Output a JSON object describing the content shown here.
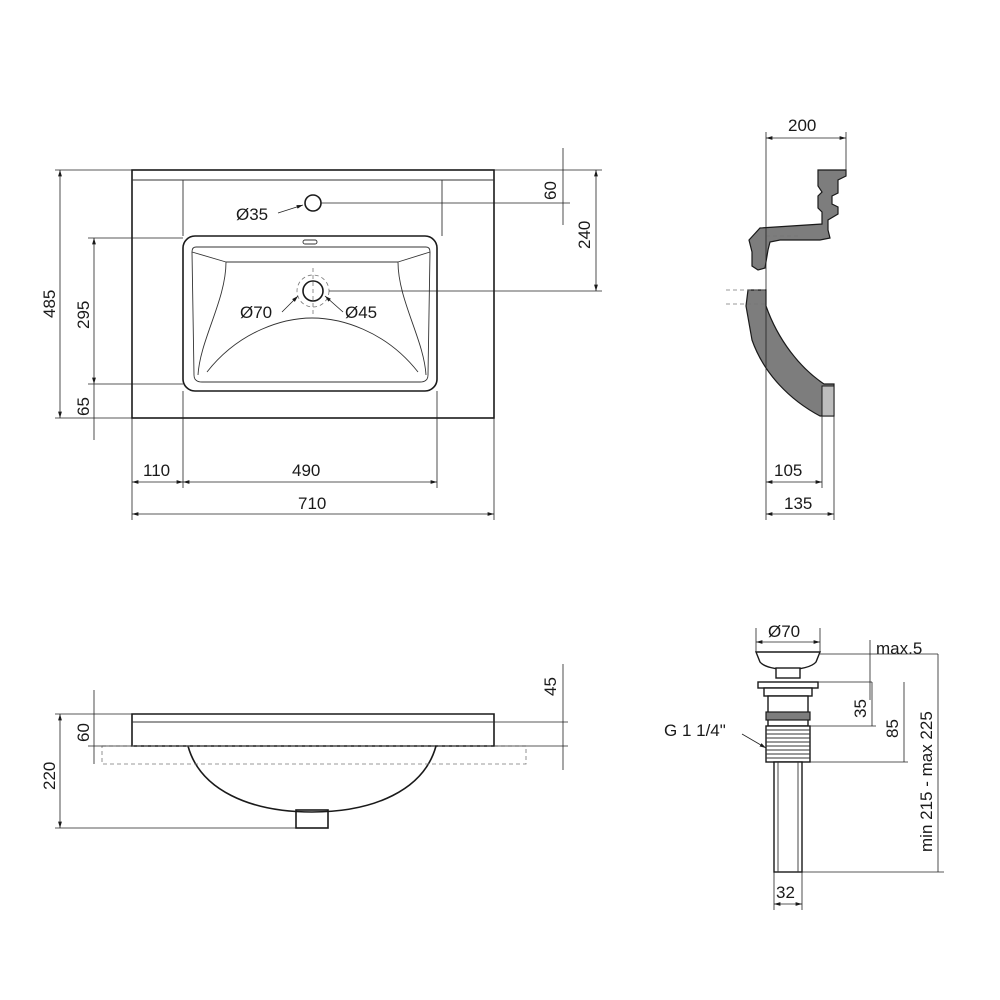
{
  "top_view": {
    "dims": {
      "width_total": "710",
      "width_bowl": "490",
      "offset_left": "110",
      "depth_total": "485",
      "depth_bowl": "295",
      "front_rim": "65",
      "tap_offset": "60",
      "drain_offset": "240"
    },
    "callouts": {
      "tap_hole": "Ø35",
      "drain_outer": "Ø70",
      "drain_inner": "Ø45"
    }
  },
  "side_view": {
    "dims": {
      "top_depth": "200",
      "bottom_inner": "105",
      "bottom_outer": "135"
    }
  },
  "front_view": {
    "dims": {
      "total_height": "220",
      "rim_height": "60",
      "slab": "45"
    }
  },
  "drain_view": {
    "dims": {
      "cap_diameter": "Ø70",
      "cap_gap": "max.5",
      "flange": "35",
      "body": "85",
      "adjust_range": "min 215 - max 225",
      "pipe_diameter": "32"
    },
    "thread_label": "G 1 1/4\""
  }
}
